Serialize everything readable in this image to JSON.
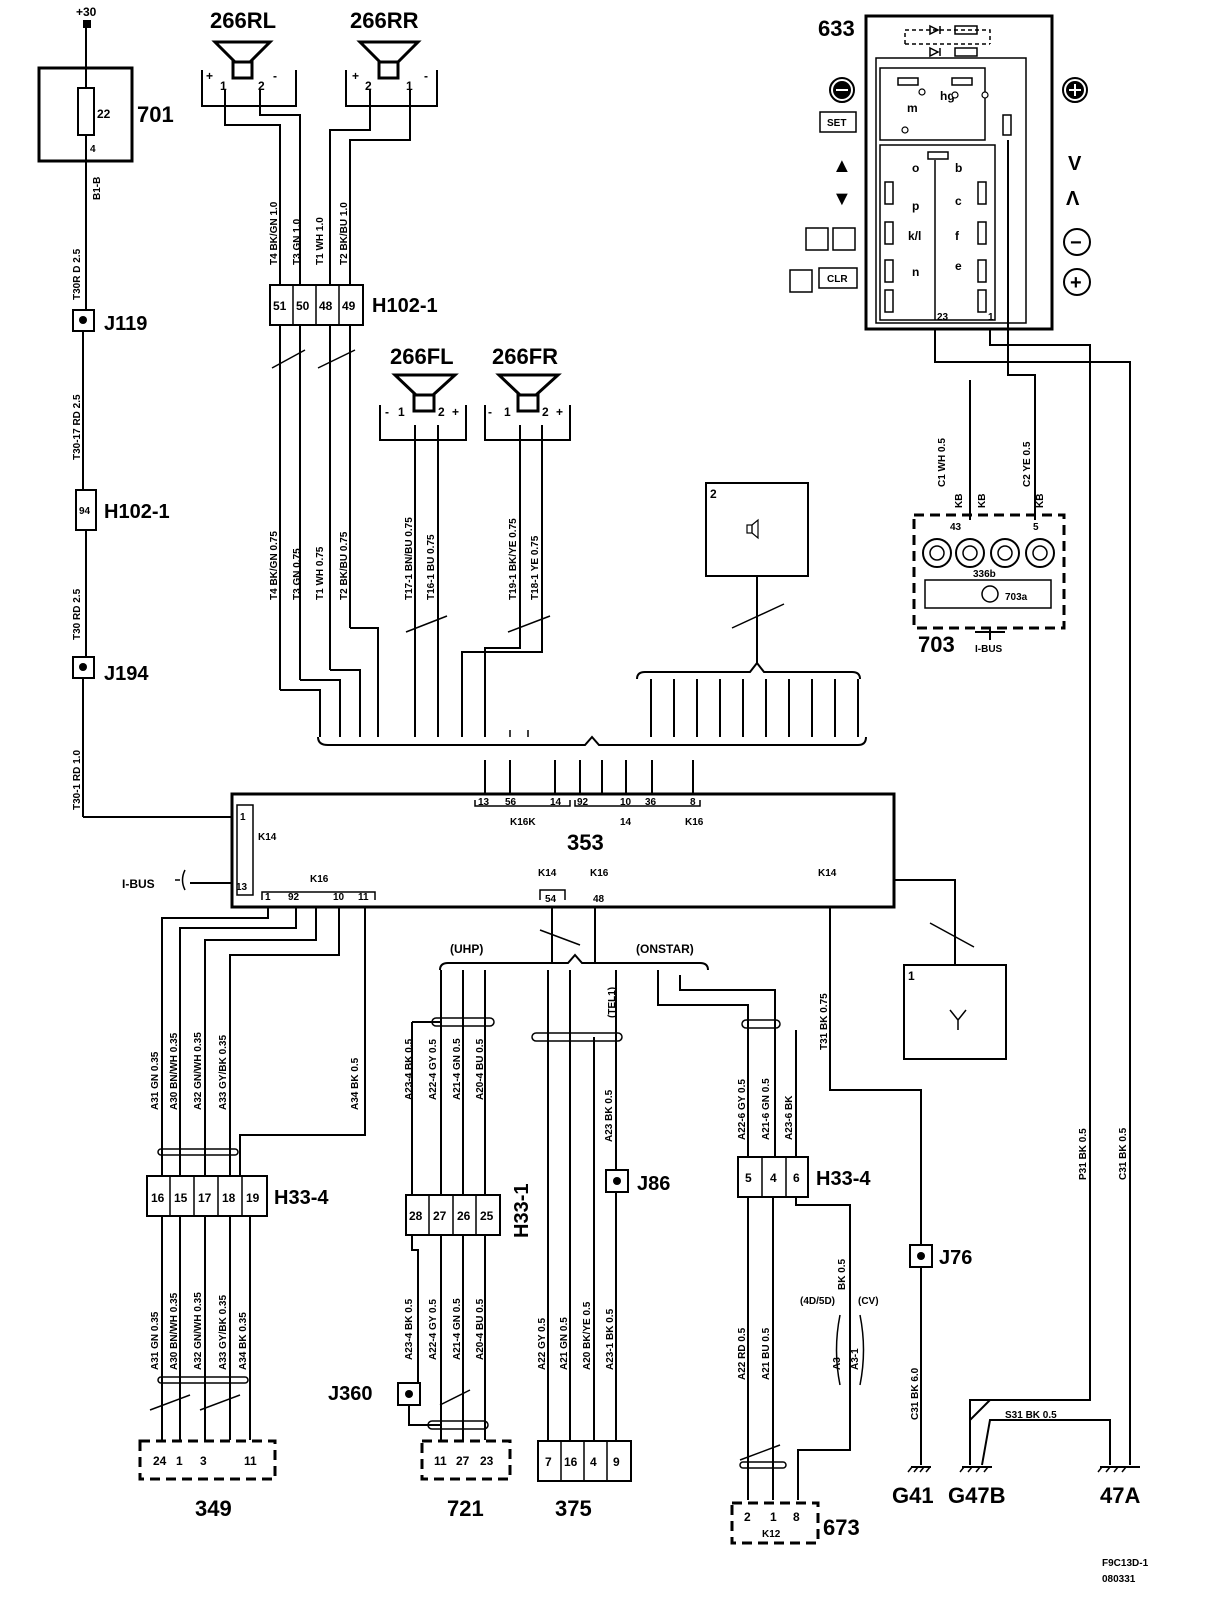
{
  "footer": {
    "code": "F9C13D-1",
    "date": "080331"
  },
  "components": {
    "fuse_box": "701",
    "fuse_no": "22",
    "fuse_pin": "4",
    "supply": "+30",
    "rear_left_speaker": "266RL",
    "rear_right_speaker": "266RR",
    "front_left_speaker": "266FL",
    "front_right_speaker": "266FR",
    "steering_controls": "633",
    "module": "353",
    "horn_unit": "703",
    "horn_sub": "703a",
    "horn_coil": "336b",
    "c349": "349",
    "c721": "721",
    "c375": "375",
    "c673": "673",
    "g41": "G41",
    "g47b": "G47B",
    "g47a": "47A"
  },
  "junctions": {
    "j119": "J119",
    "j194": "J194",
    "j86": "J86",
    "j76": "J76",
    "j360": "J360",
    "h102_left": "H102-1",
    "h102_top": "H102-1",
    "h33_4_left": "H33-4",
    "h33_1": "H33-1",
    "h33_4_right": "H33-4"
  },
  "buttons": {
    "set": "SET",
    "clr": "CLR",
    "up": "▲",
    "down": "▼",
    "greater": "V",
    "less": "Λ",
    "minus": "−",
    "plus": "+"
  },
  "switch_letters": {
    "o": "o",
    "b": "b",
    "p": "p",
    "c": "c",
    "kl": "k/l",
    "f": "f",
    "n": "n",
    "e": "e",
    "m": "m",
    "hg": "hg"
  },
  "misc": {
    "ibus": "I-BUS",
    "uhp": "(UHP)",
    "onstar": "(ONSTAR)",
    "tel": "(TEL1)",
    "d4d5d": "(4D/5D)",
    "cv": "(CV)",
    "k14": "K14",
    "k16": "K16",
    "k16k": "K16K",
    "k12": "K12"
  },
  "wires": {
    "b1b": "B1-B",
    "t30r": "T30R D 2.5",
    "t30_17": "T30-17 RD 2.5",
    "t30": "T30 RD 2.5",
    "t30_1": "T30-1 RD 1.0",
    "t4a": "T4 BK/GN 1.0",
    "t3a": "T3 GN 1.0",
    "t1a": "T1 WH 1.0",
    "t2a": "T2 BK/BU 1.0",
    "t4b": "T4 BK/GN 0.75",
    "t3b": "T3 GN 0.75",
    "t1b": "T1 WH 0.75",
    "t2b": "T2 BK/BU 0.75",
    "t17": "T17-1 BN/BU 0.75",
    "t16": "T16-1 BU 0.75",
    "t19": "T19-1 BK/YE 0.75",
    "t18": "T18-1 YE 0.75",
    "c1": "C1 WH 0.5",
    "c2": "C2 YE 0.5",
    "kb": "KB",
    "a31a": "A31 GN 0.35",
    "a30a": "A30 BN/WH 0.35",
    "a32a": "A32 GN/WH 0.35",
    "a33a": "A33 GY/BK 0.35",
    "a34a": "A34 BK 0.5",
    "a31b": "A31 GN 0.35",
    "a30b": "A30 BN/WH 0.35",
    "a32b": "A32 GN/WH 0.35",
    "a33b": "A33 GY/BK 0.35",
    "a34b": "A34 BK 0.35",
    "a23_4a": "A23-4 BK 0.5",
    "a22_4a": "A22-4 GY 0.5",
    "a21_4a": "A21-4 GN 0.5",
    "a20_4a": "A20-4 BU 0.5",
    "a23_4b": "A23-4 BK 0.5",
    "a22_4b": "A22-4 GY 0.5",
    "a21_4b": "A21-4 GN 0.5",
    "a20_4b": "A20-4 BU 0.5",
    "a23a": "A23 BK 0.5",
    "a22b": "A22 GY 0.5",
    "a21b": "A21 GN 0.5",
    "a20b": "A20 BK/YE 0.5",
    "a23_1": "A23-1 BK 0.5",
    "a22_6": "A22-6 GY 0.5",
    "a21_6": "A21-6 GN 0.5",
    "a23_6": "A23-6 BK",
    "a22c": "A22 RD 0.5",
    "a21c": "A21 BU 0.5",
    "bk05": "BK 0.5",
    "a3": "A3",
    "a3_1": "A3-1",
    "t31": "T31 BK 0.75",
    "p31": "P31 BK 0.5",
    "c31a": "C31 BK 0.5",
    "c31b": "C31 BK 6.0",
    "s31": "S31 BK 0.5"
  },
  "pins": {
    "h102": [
      "51",
      "50",
      "48",
      "49"
    ],
    "h102_left": "94",
    "rl": [
      "+",
      "1",
      "2",
      "-"
    ],
    "rr": [
      "+",
      "2",
      "1",
      "-"
    ],
    "fl": [
      "-",
      "1",
      "2",
      "+"
    ],
    "fr": [
      "-",
      "1",
      "2",
      "+"
    ],
    "m353_top": [
      "13",
      "56",
      "14",
      "92",
      "10",
      "36",
      "8"
    ],
    "m353_14": "14",
    "m353_left": [
      "1",
      "13"
    ],
    "m353_bottom": [
      "1",
      "92",
      "10",
      "11"
    ],
    "m353_mid": [
      "54",
      "48"
    ],
    "h33_4l": [
      "16",
      "15",
      "17",
      "18",
      "19"
    ],
    "h33_1": [
      "28",
      "27",
      "26",
      "25"
    ],
    "h33_4r": [
      "5",
      "4",
      "6"
    ],
    "c349": [
      "24",
      "1",
      "3",
      "11"
    ],
    "c721": [
      "11",
      "27",
      "23"
    ],
    "c375": [
      "7",
      "16",
      "4",
      "9"
    ],
    "c673": [
      "2",
      "1",
      "8"
    ],
    "c633": [
      "23",
      "1"
    ],
    "c703": [
      "43",
      "5"
    ],
    "box2": "2",
    "box1": "1"
  }
}
